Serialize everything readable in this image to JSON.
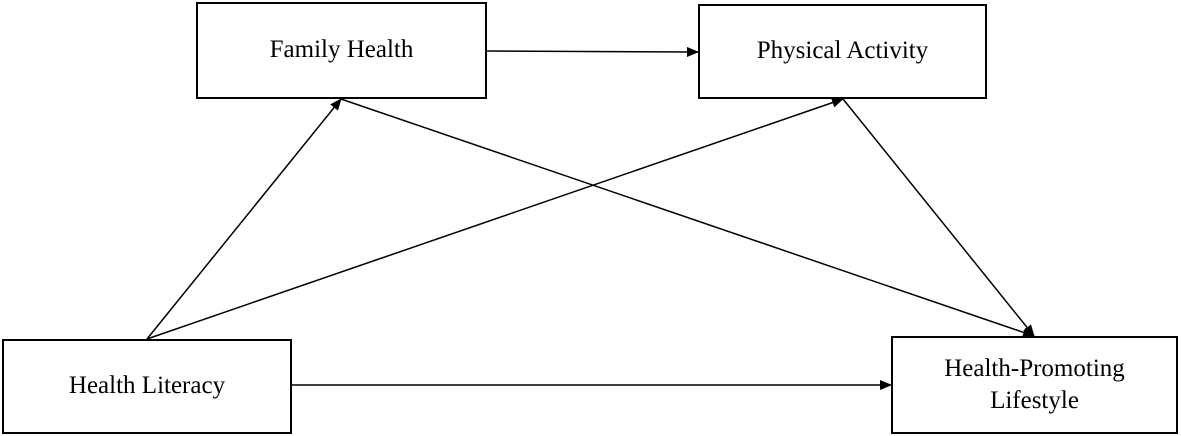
{
  "nodes": {
    "family_health": {
      "label": "Family Health"
    },
    "physical_activity": {
      "label": "Physical Activity"
    },
    "health_literacy": {
      "label": "Health Literacy"
    },
    "health_promoting_lifestyle": {
      "label_line1": "Health-Promoting",
      "label_line2": "Lifestyle"
    }
  },
  "edges": [
    {
      "from": "family_health",
      "to": "physical_activity"
    },
    {
      "from": "health_literacy",
      "to": "family_health"
    },
    {
      "from": "health_literacy",
      "to": "physical_activity"
    },
    {
      "from": "health_literacy",
      "to": "health_promoting_lifestyle"
    },
    {
      "from": "family_health",
      "to": "health_promoting_lifestyle"
    },
    {
      "from": "physical_activity",
      "to": "health_promoting_lifestyle"
    }
  ],
  "colors": {
    "line": "#000000",
    "box_border": "#000000",
    "background": "#ffffff"
  }
}
